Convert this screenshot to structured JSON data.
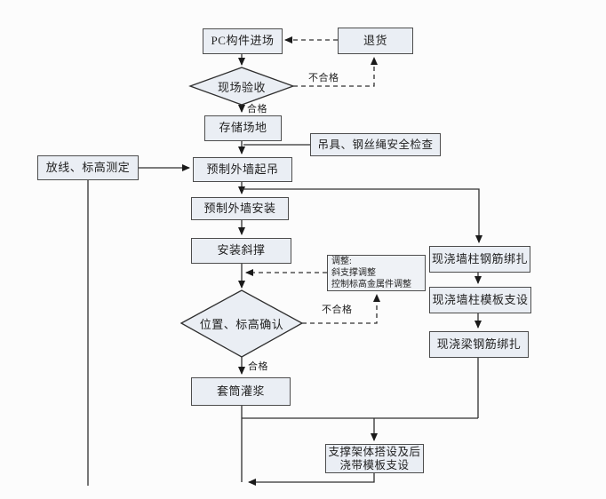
{
  "colors": {
    "node_fill": "#eaeef4",
    "node_border": "#4d4d4d",
    "connector": "#2f2f2f",
    "arrowhead": "#1a1a1a",
    "background": "#fcfcfc",
    "text": "#1f1f1f"
  },
  "nodes": {
    "pc_arrival": "PC构件进场",
    "return_goods": "退货",
    "site_acceptance": "现场验收",
    "storage_yard": "存储场地",
    "rigging_safety_check": "吊具、钢丝绳安全检查",
    "layout_elevation_survey": "放线、标高测定",
    "precast_wall_hoisting": "预制外墙起吊",
    "precast_wall_install": "预制外墙安装",
    "install_diagonal_brace": "安装斜撑",
    "position_elevation_confirm": "位置、标高确认",
    "sleeve_grouting": "套筒灌浆",
    "cast_wall_column_rebar": "现浇墙柱钢筋绑扎",
    "cast_wall_column_formwork": "现浇墙柱模板支设",
    "cast_beam_rebar": "现浇梁钢筋绑扎"
  },
  "adjust_box": {
    "lines": [
      "调整:",
      "斜支撑调整",
      "控制标高金属件调整"
    ]
  },
  "support_frame_box": {
    "lines": [
      "支撑架体搭设及后",
      "浇带模板支设"
    ]
  },
  "edge_labels": {
    "reject_top": "不合格",
    "pass_top": "合格",
    "reject_mid": "不合格",
    "pass_mid": "合格"
  }
}
